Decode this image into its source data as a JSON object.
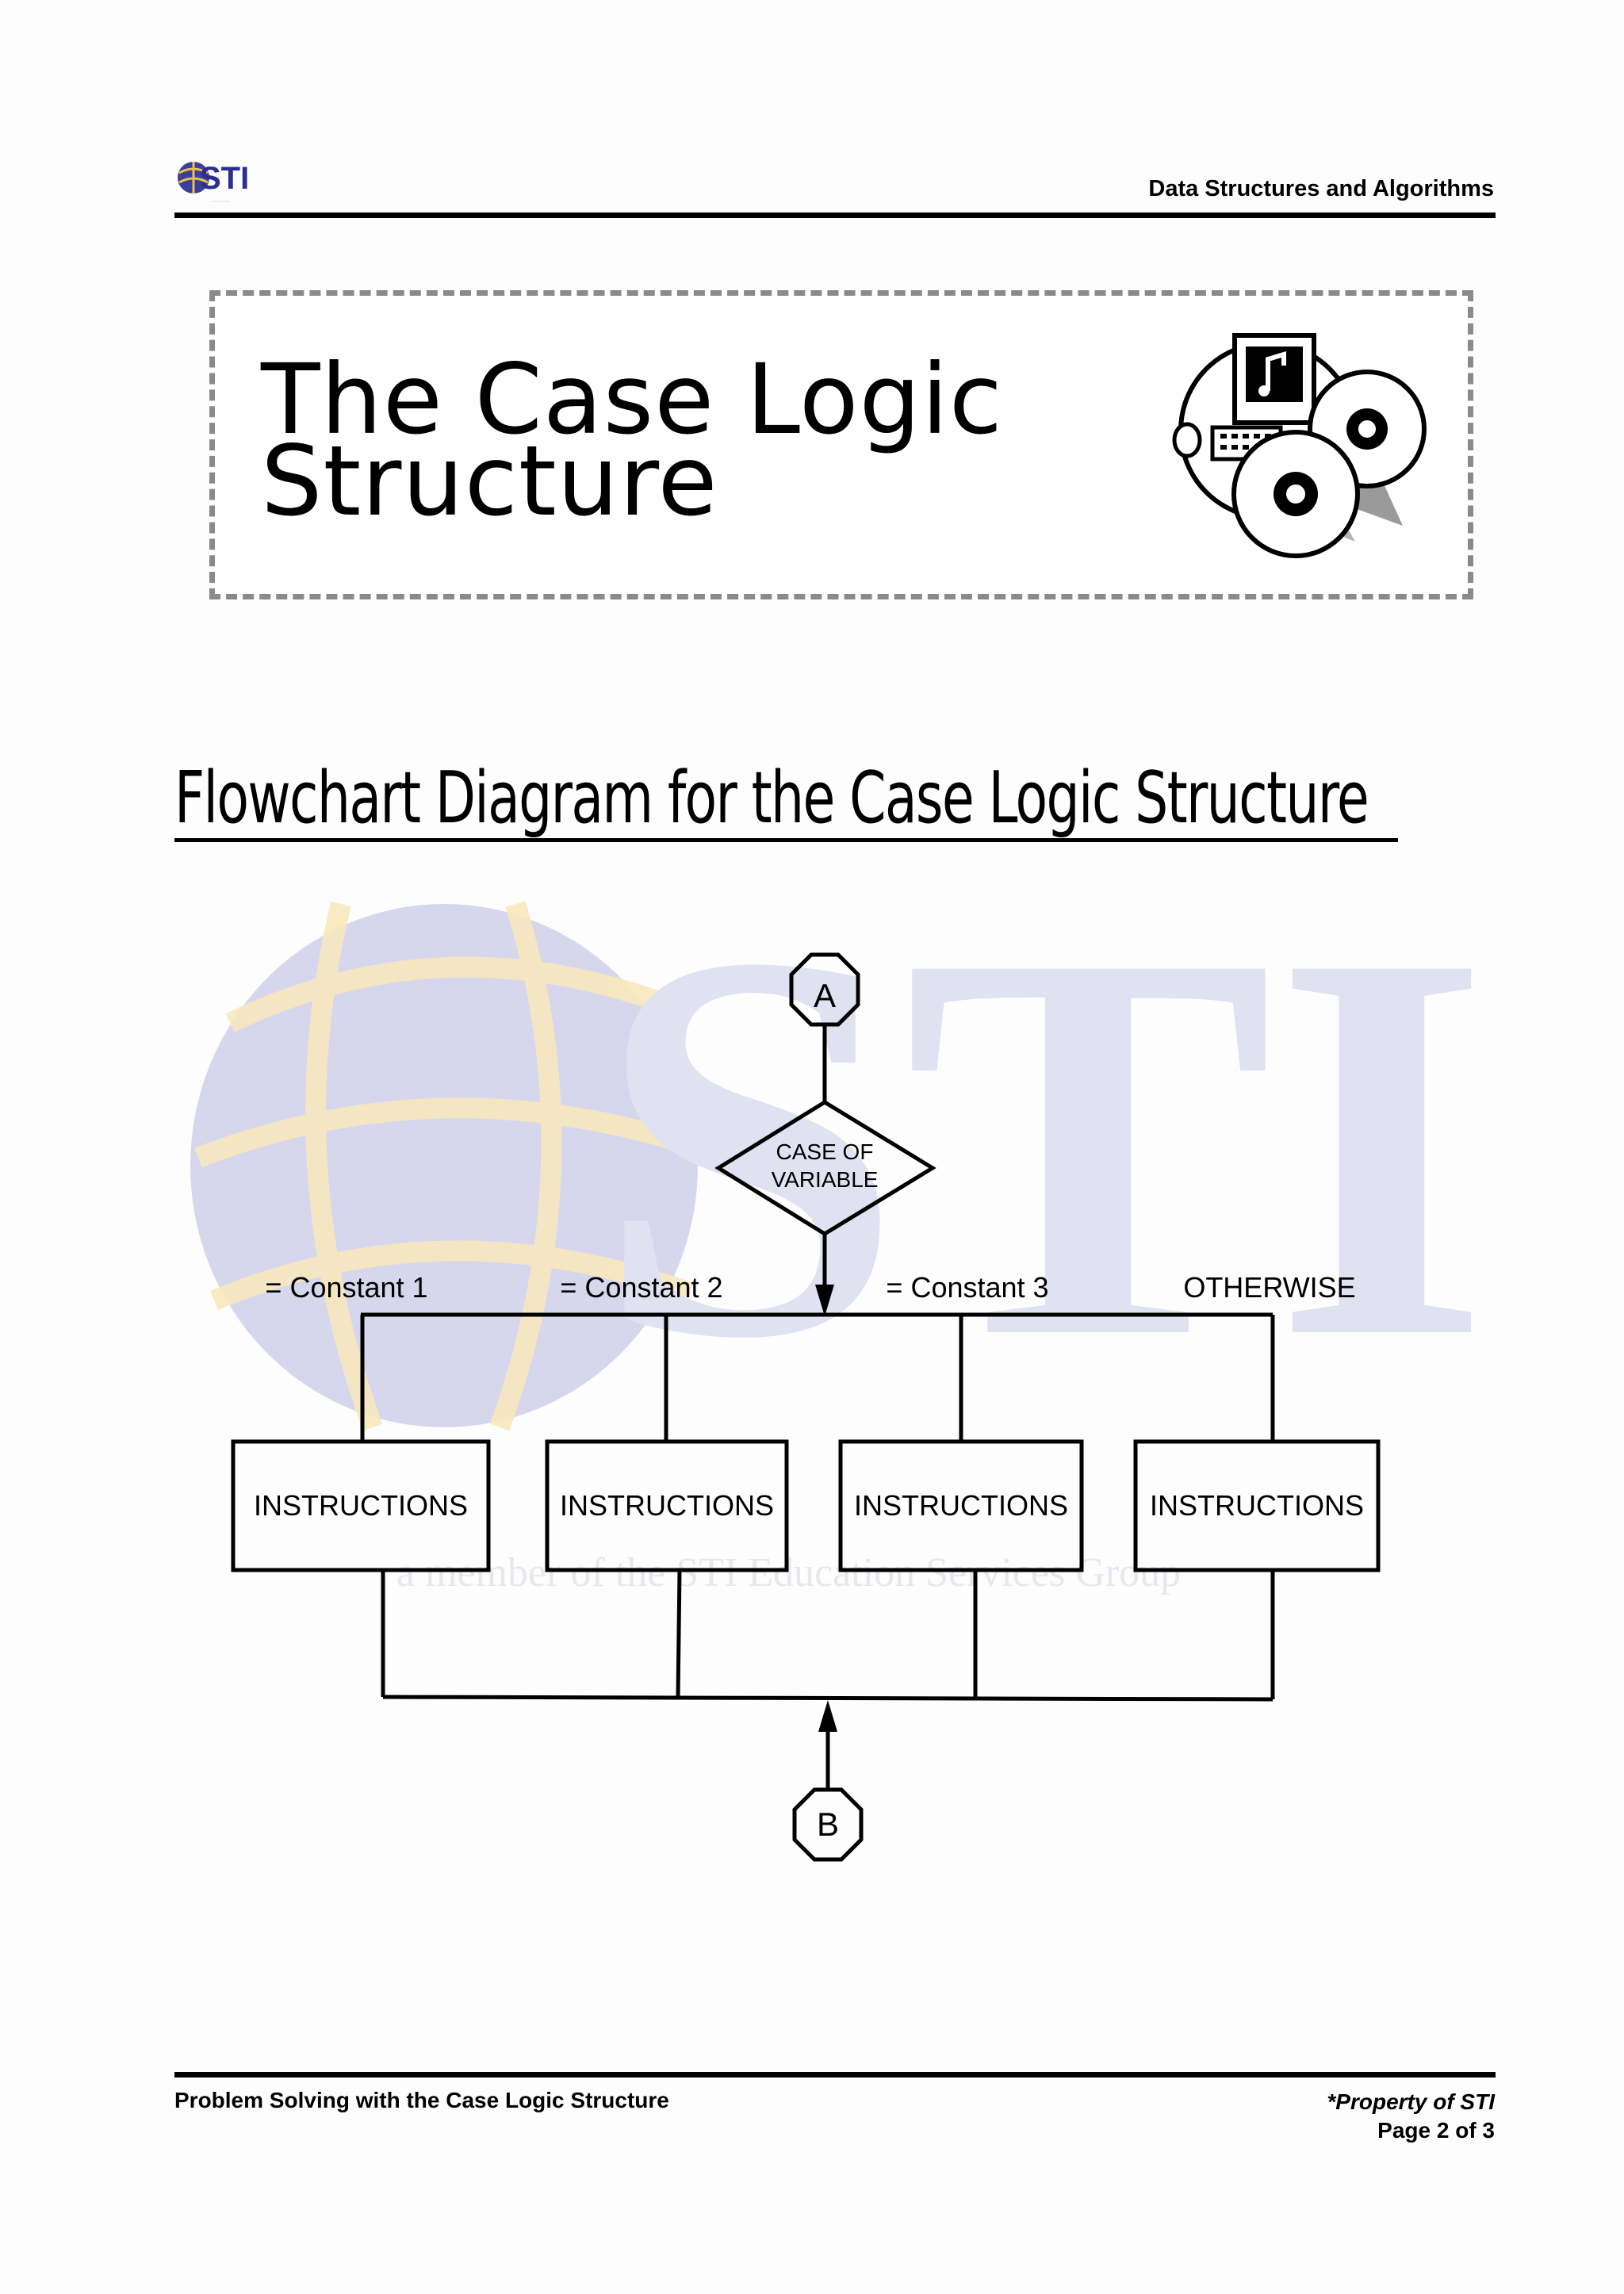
{
  "header": {
    "logo_text": "STI",
    "title": "Data Structures and Algorithms"
  },
  "title_box": {
    "title": "The Case Logic\nStructure",
    "clipart": "computer-music-cds-clipart"
  },
  "section": {
    "heading": "Flowchart Diagram for the Case Logic Structure"
  },
  "watermark": {
    "logo_text": "STI",
    "tagline": "a member of the STI Education Services Group"
  },
  "flowchart": {
    "start_connector": "A",
    "decision": [
      "CASE OF",
      "VARIABLE"
    ],
    "branches": [
      {
        "label": "= Constant 1",
        "box": "INSTRUCTIONS"
      },
      {
        "label": "= Constant 2",
        "box": "INSTRUCTIONS"
      },
      {
        "label": "= Constant 3",
        "box": "INSTRUCTIONS"
      },
      {
        "label": "OTHERWISE",
        "box": "INSTRUCTIONS"
      }
    ],
    "end_connector": "B"
  },
  "footer": {
    "left": "Problem Solving with the Case Logic Structure",
    "property": "*Property of STI",
    "page": "Page 2 of 3"
  }
}
